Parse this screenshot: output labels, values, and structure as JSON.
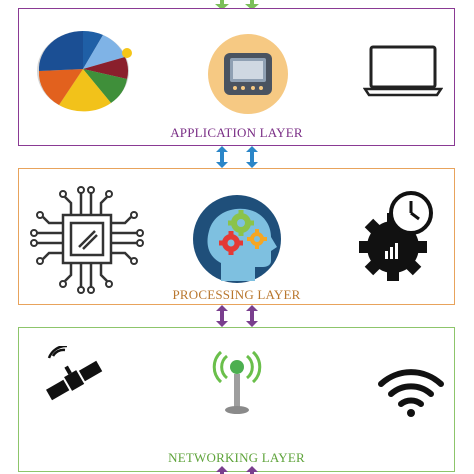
{
  "layers": {
    "application": {
      "label": "APPLICATION LAYER",
      "icons": [
        "pie-chart-icon",
        "tablet-device-icon",
        "laptop-icon"
      ]
    },
    "processing": {
      "label": "PROCESSING LAYER",
      "icons": [
        "cpu-chip-icon",
        "brain-gears-icon",
        "gear-clock-icon"
      ]
    },
    "networking": {
      "label": "NETWORKING LAYER",
      "icons": [
        "satellite-icon",
        "antenna-tower-icon",
        "wifi-icon"
      ]
    }
  },
  "colors": {
    "application_border": "#8a3a94",
    "processing_border": "#e8a35c",
    "networking_border": "#8dc56b",
    "arrow_blue": "#2b86c8",
    "arrow_purple": "#7a3f8e",
    "arrow_green": "#7cbf5a"
  }
}
